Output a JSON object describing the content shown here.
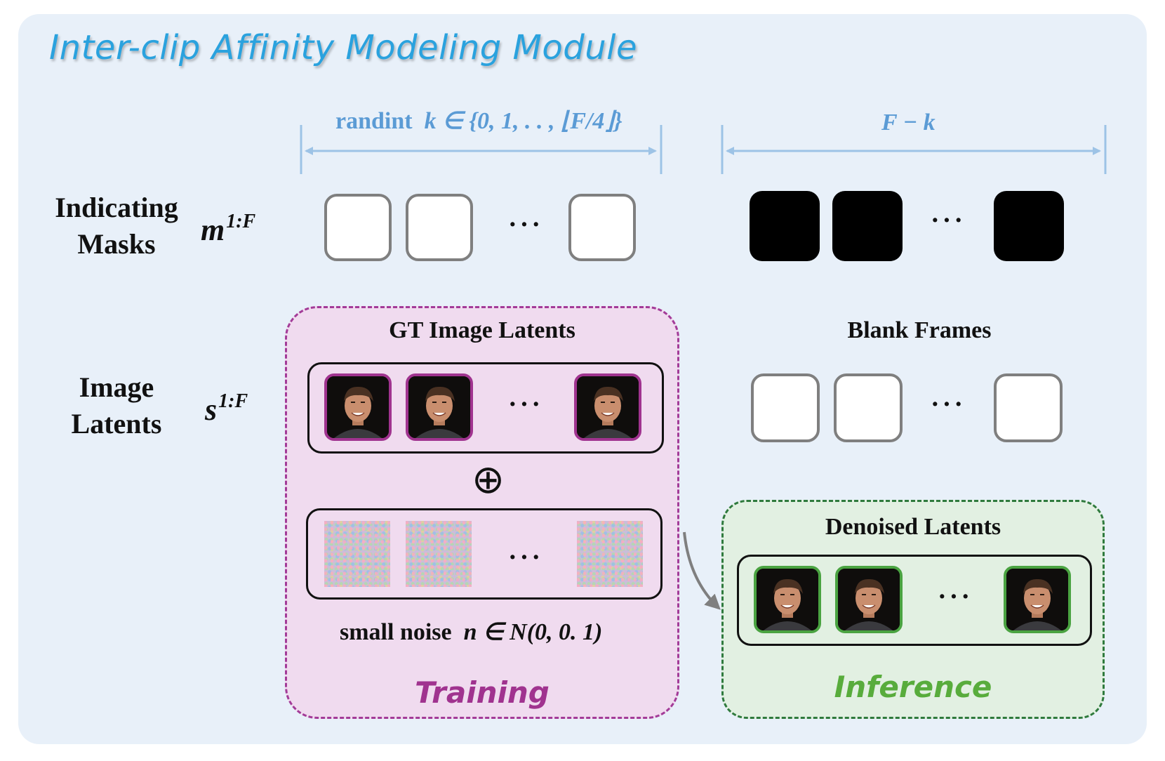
{
  "title": "Inter-clip Affinity Modeling Module",
  "rows": {
    "masks": {
      "label_line1": "Indicating",
      "label_line2": "Masks",
      "symbol": "m",
      "superscript": "1:F"
    },
    "latents": {
      "label_line1": "Image",
      "label_line2": "Latents",
      "symbol": "s",
      "superscript": "1:F"
    }
  },
  "spans": {
    "left": {
      "text": "randint",
      "math": "k ∈ {0, 1, . . , ⌊F/4⌋}"
    },
    "right": {
      "math": "F − k"
    }
  },
  "ellipsis": "···",
  "training": {
    "gt_title": "GT Image Latents",
    "operator": "⊕",
    "noise_label": "small noise",
    "noise_math": "n ∈ N(0, 0. 1)",
    "caption": "Training",
    "caption_color": "#a0338f"
  },
  "blank_frames_title": "Blank Frames",
  "inference": {
    "title": "Denoised Latents",
    "caption": "Inference",
    "caption_color": "#58ac3c"
  },
  "colors": {
    "accent_blue": "#2aa2de",
    "span_blue": "#5b9bd5",
    "training_border": "#a33b98",
    "inference_border": "#2f7a3d"
  }
}
